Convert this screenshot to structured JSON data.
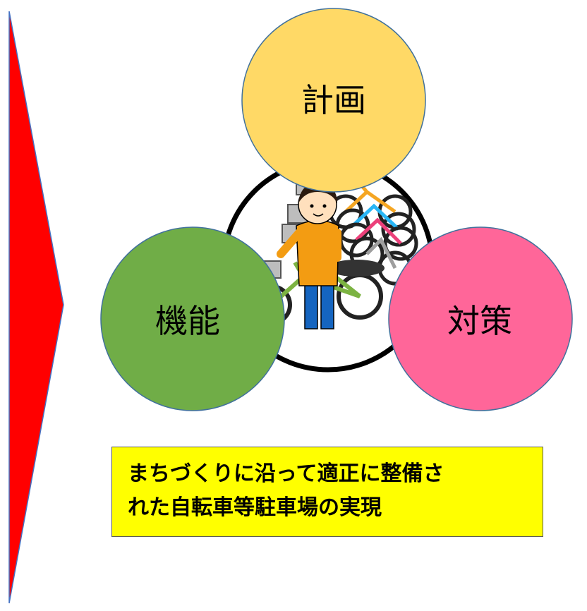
{
  "circles": {
    "top": {
      "label": "計画",
      "fill": "#ffd966"
    },
    "left": {
      "label": "機能",
      "fill": "#70ad47"
    },
    "right": {
      "label": "対策",
      "fill": "#ff6699"
    }
  },
  "center_illustration": {
    "icon": "person-with-bicycles-illustration"
  },
  "goal": {
    "line1": "まちづくりに沿って適正に整備さ",
    "line2": "れた自転車等駐車場の実現",
    "background": "#ffff00"
  },
  "arrow": {
    "fill": "#ff0000",
    "stroke": "#4472c4"
  }
}
